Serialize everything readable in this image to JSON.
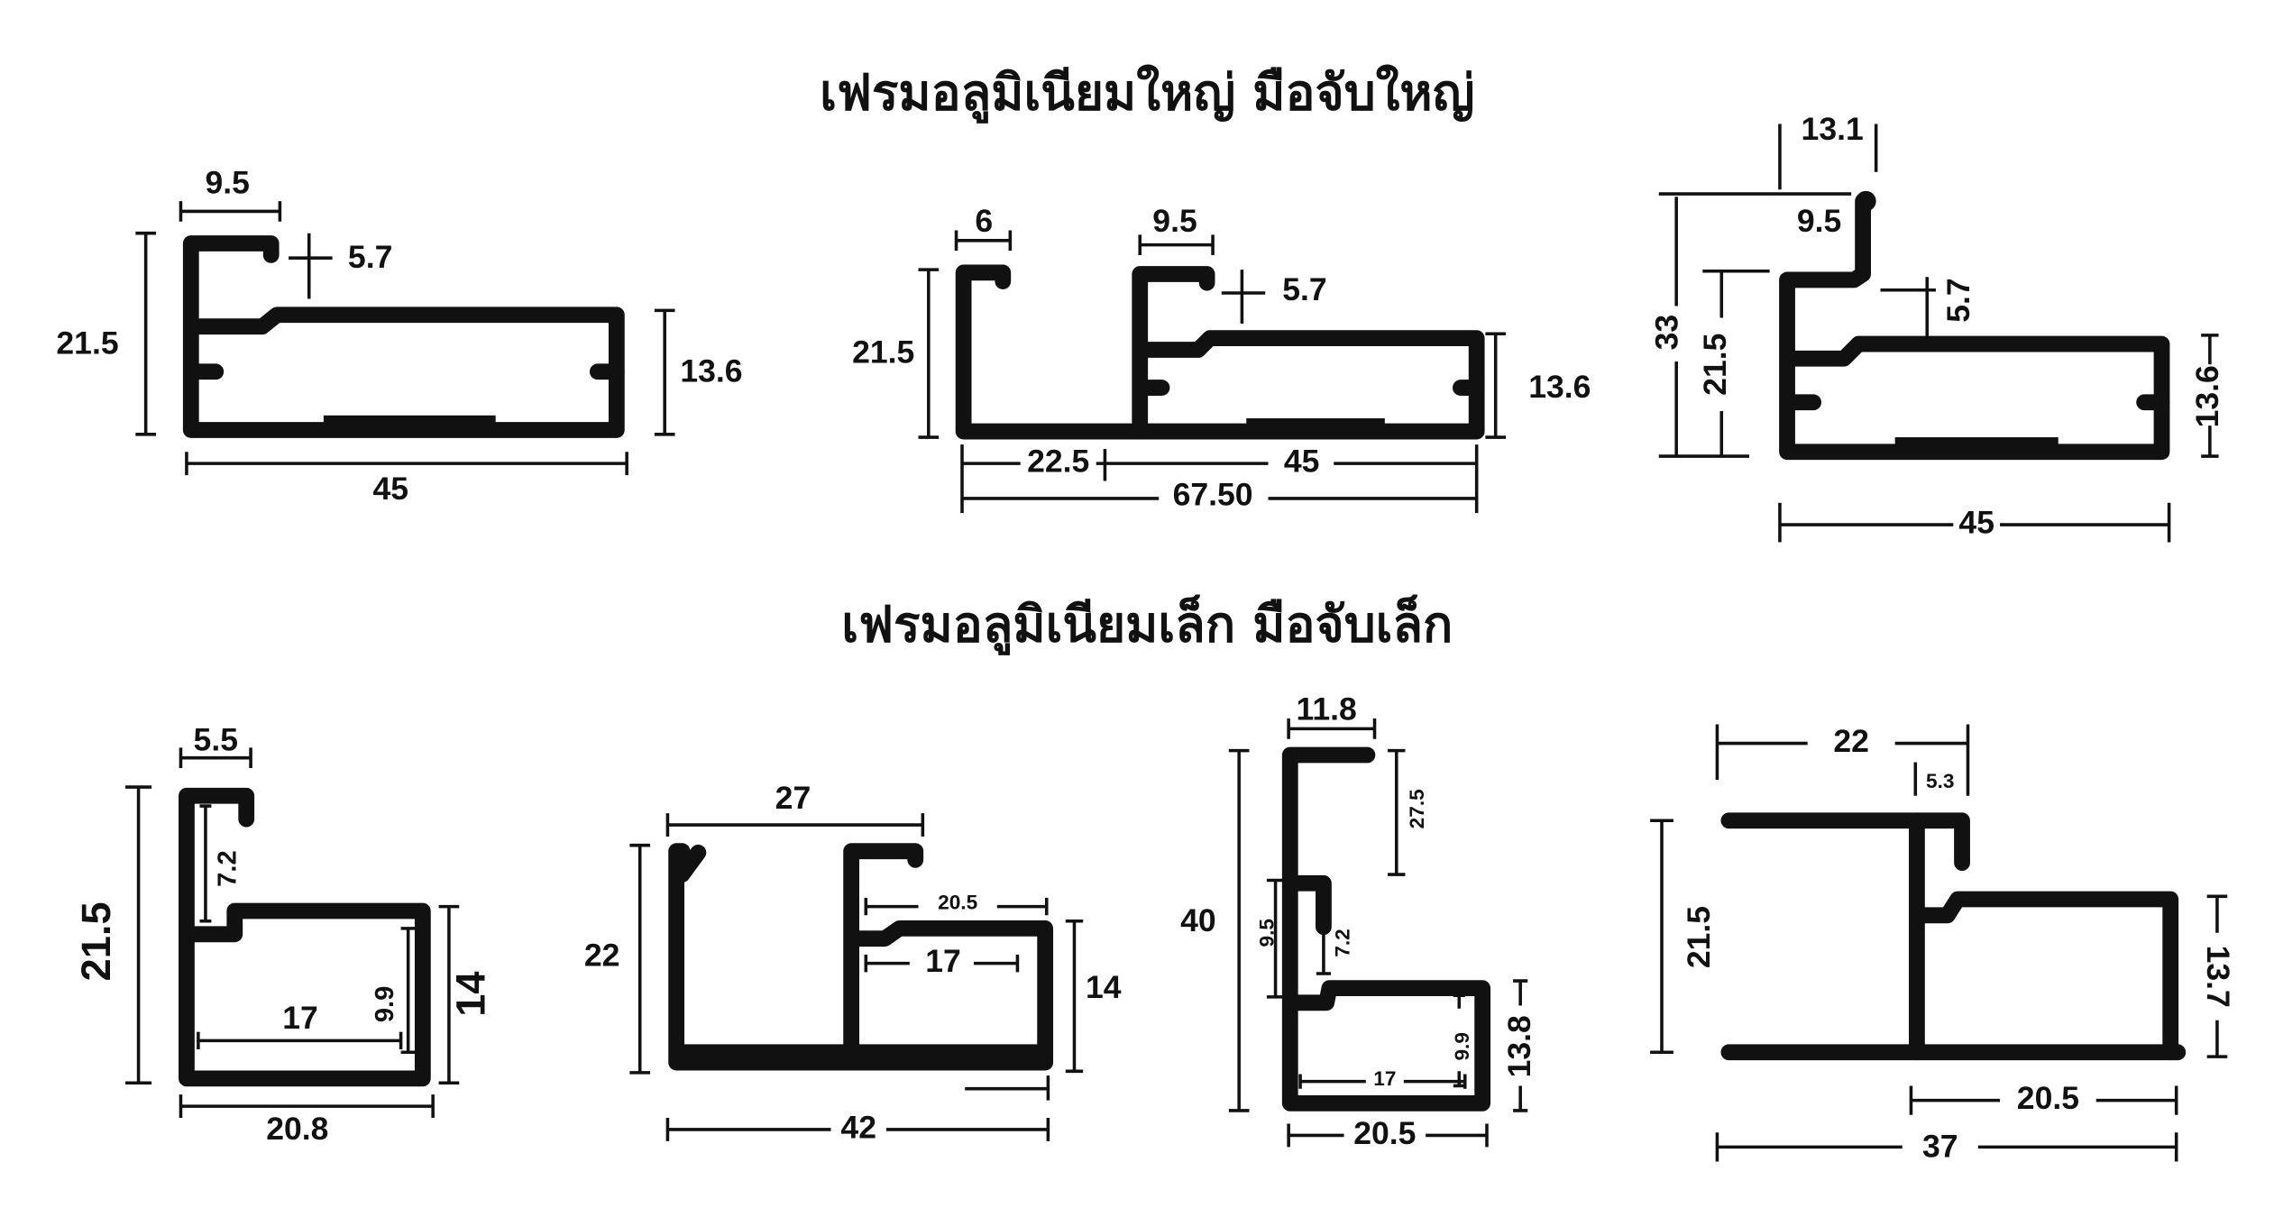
{
  "titles": {
    "large": "เฟรมอลูมิเนียมใหญ่ มือจับใหญ่",
    "small": "เฟรมอลูมิเนียมเล็ก มือจับเล็ก"
  },
  "profiles": [
    {
      "name": "large-frame-1",
      "dims": {
        "top": "9.5",
        "lip": "5.7",
        "height": "21.5",
        "box_height": "13.6",
        "width": "45"
      }
    },
    {
      "name": "large-frame-2",
      "dims": {
        "left_lip": "6",
        "top": "9.5",
        "lip": "5.7",
        "height": "21.5",
        "box_height": "13.6",
        "left_width": "22.5",
        "box_width": "45",
        "width": "67.50"
      }
    },
    {
      "name": "large-handle",
      "dims": {
        "knob": "13.1",
        "top": "9.5",
        "total_height": "33",
        "height": "21.5",
        "lip": "5.7",
        "box_height": "13.6",
        "width": "45"
      }
    },
    {
      "name": "small-frame-1",
      "dims": {
        "top": "5.5",
        "height": "21.5",
        "inner": "7.2",
        "inner_width": "17",
        "inner_height": "9.9",
        "box_height": "14",
        "width": "20.8"
      }
    },
    {
      "name": "small-frame-2",
      "dims": {
        "top": "27",
        "height": "22",
        "box_outer": "20.5",
        "inner_width": "17",
        "box_height": "14",
        "width": "42"
      }
    },
    {
      "name": "small-handle-1",
      "dims": {
        "top": "11.8",
        "upper": "27.5",
        "height": "40",
        "mid": "9.5",
        "inner": "7.2",
        "inner_height": "9.9",
        "inner_width": "17",
        "box_height": "13.8",
        "width": "20.5"
      }
    },
    {
      "name": "small-handle-2",
      "dims": {
        "top": "22",
        "lip": "5.3",
        "height": "21.5",
        "box_height": "13.7",
        "box_width": "20.5",
        "width": "37"
      }
    }
  ]
}
